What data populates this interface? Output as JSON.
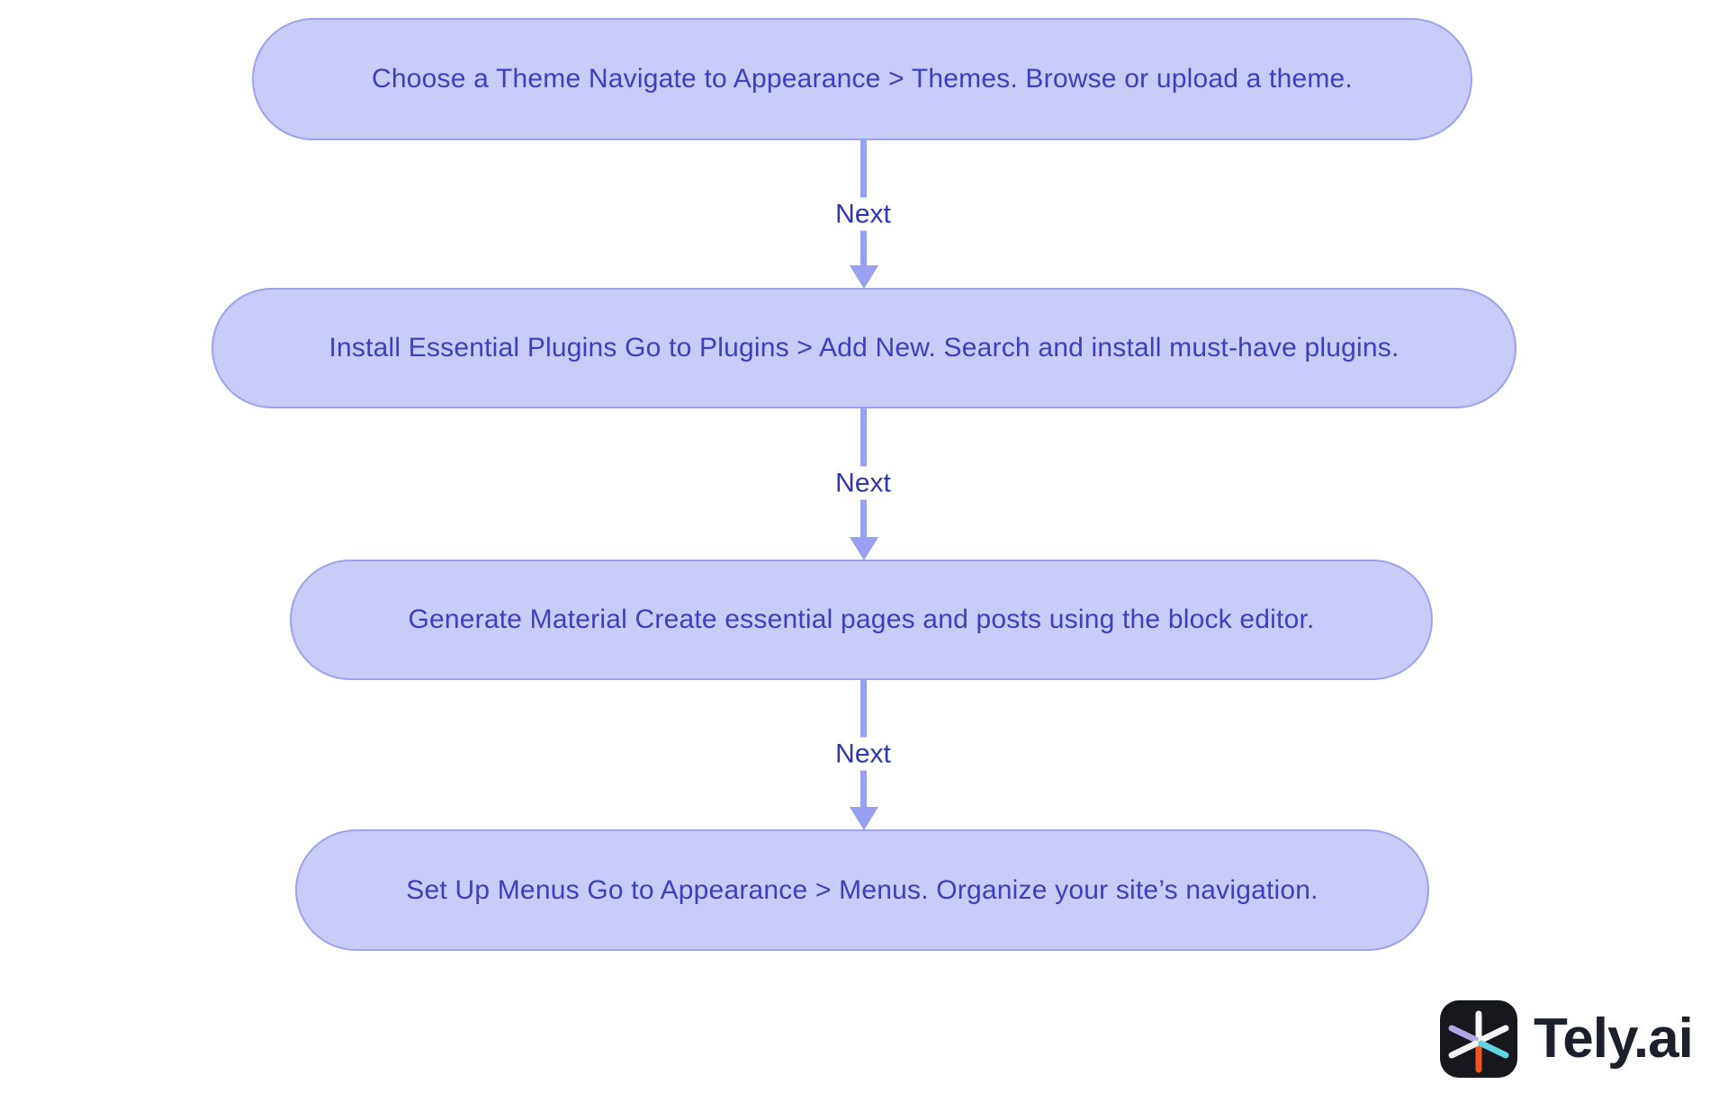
{
  "flowchart": {
    "node_fill": "#c9ccf8",
    "node_border": "#9ba2ee",
    "node_text_color": "#3d3fc0",
    "arrow_color": "#99a0f2",
    "arrow_label_color": "#2d35b2",
    "nodes": [
      {
        "id": "choose-theme",
        "label": "Choose a Theme Navigate to Appearance > Themes. Browse or upload a theme."
      },
      {
        "id": "install-plugins",
        "label": "Install Essential Plugins Go to Plugins > Add New. Search and install must-have plugins."
      },
      {
        "id": "generate-material",
        "label": "Generate Material Create essential pages and posts using the block editor."
      },
      {
        "id": "set-up-menus",
        "label": "Set Up Menus Go to Appearance > Menus. Organize your site’s navigation."
      }
    ],
    "edges": [
      {
        "from": "choose-theme",
        "to": "install-plugins",
        "label": "Next"
      },
      {
        "from": "install-plugins",
        "to": "generate-material",
        "label": "Next"
      },
      {
        "from": "generate-material",
        "to": "set-up-menus",
        "label": "Next"
      }
    ]
  },
  "branding": {
    "wordmark": "Tely.ai",
    "icon_background": "#17181d",
    "icon_spoke_colors": {
      "top": "#f7f7f7",
      "bottom": "#f4531d",
      "upper_left": "#b4a5e5",
      "lower_left": "#f7f7f7",
      "upper_right": "#f7f7f7",
      "lower_right": "#5fd4e3"
    }
  }
}
